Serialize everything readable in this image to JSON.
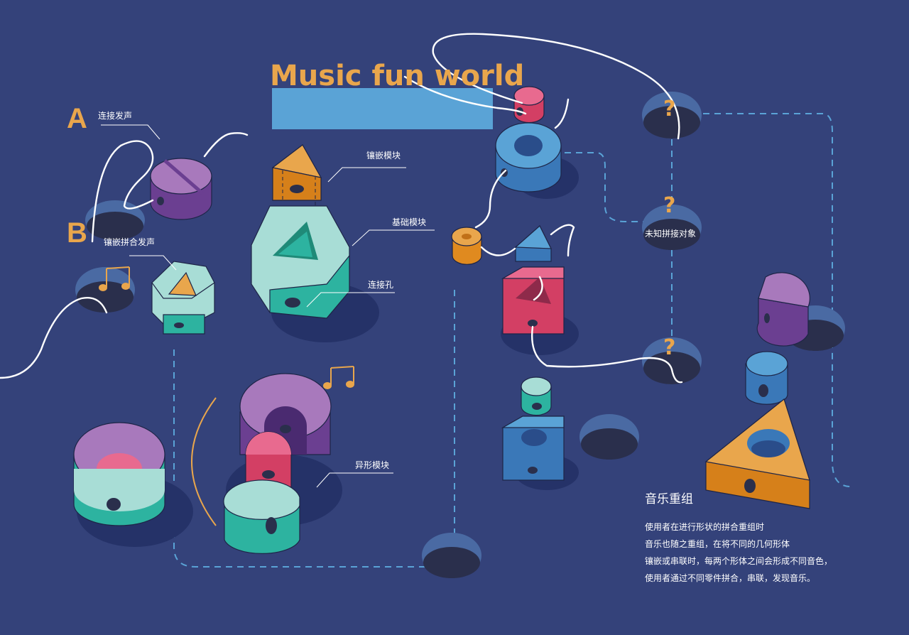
{
  "title": "Music fun world",
  "labels": {
    "a_letter": "A",
    "a_text": "连接发声",
    "b_letter": "B",
    "b_text": "镶嵌拼合发声",
    "inlay_module": "镶嵌模块",
    "base_module": "基础模块",
    "connect_hole": "连接孔",
    "odd_module": "异形模块",
    "unknown_object": "未知拼接对象",
    "question_mark": "?"
  },
  "section": {
    "heading": "音乐重组",
    "lines": [
      "使用者在进行形状的拼合重组时",
      "音乐也随之重组，在将不同的几何形体",
      "镶嵌或串联时，每两个形体之间会形成不同音色，",
      "使用者通过不同零件拼合，串联，发现音乐。"
    ]
  },
  "colors": {
    "background": "#34427a",
    "accent_orange": "#e9a64c",
    "title_bar": "#5aa3d6",
    "purple": "#9b6fb0",
    "mint": "#a8ddd6",
    "teal": "#2db3a0",
    "pink": "#e86a8f",
    "blue": "#4a8fd0"
  }
}
